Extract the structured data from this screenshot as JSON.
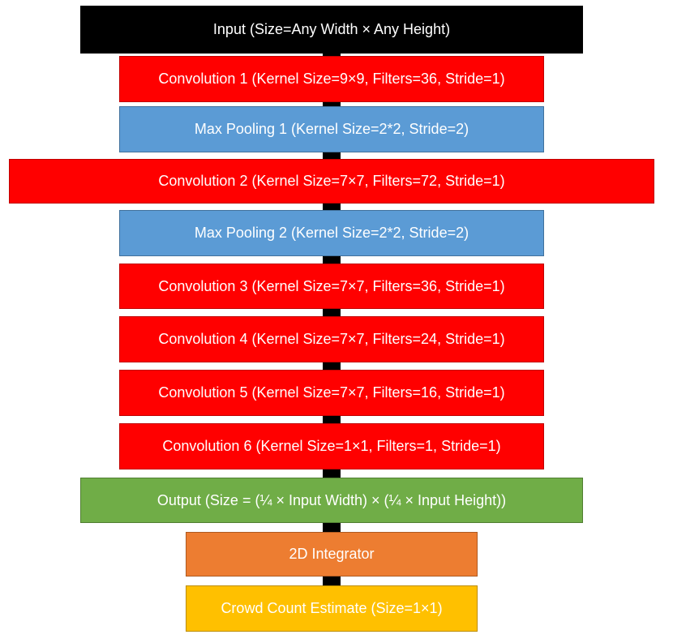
{
  "layers": {
    "input": "Input (Size=Any Width × Any Height)",
    "conv1": "Convolution 1 (Kernel Size=9×9, Filters=36, Stride=1)",
    "pool1": "Max Pooling 1 (Kernel Size=2*2, Stride=2)",
    "conv2": "Convolution 2 (Kernel Size=7×7, Filters=72, Stride=1)",
    "pool2": "Max Pooling 2 (Kernel Size=2*2, Stride=2)",
    "conv3": "Convolution 3 (Kernel Size=7×7, Filters=36, Stride=1)",
    "conv4": "Convolution 4 (Kernel Size=7×7, Filters=24, Stride=1)",
    "conv5": "Convolution 5 (Kernel Size=7×7, Filters=16, Stride=1)",
    "conv6": "Convolution 6 (Kernel Size=1×1, Filters=1, Stride=1)",
    "output": "Output (Size = (¼ × Input Width) ×  (¼ × Input Height))",
    "integrator": "2D Integrator",
    "count": "Crowd Count Estimate (Size=1×1)"
  },
  "colors": {
    "input": "#000000",
    "convolution": "#ff0000",
    "pooling": "#5b9bd5",
    "output": "#70ad47",
    "integrator": "#ed7d31",
    "count": "#ffc000"
  }
}
